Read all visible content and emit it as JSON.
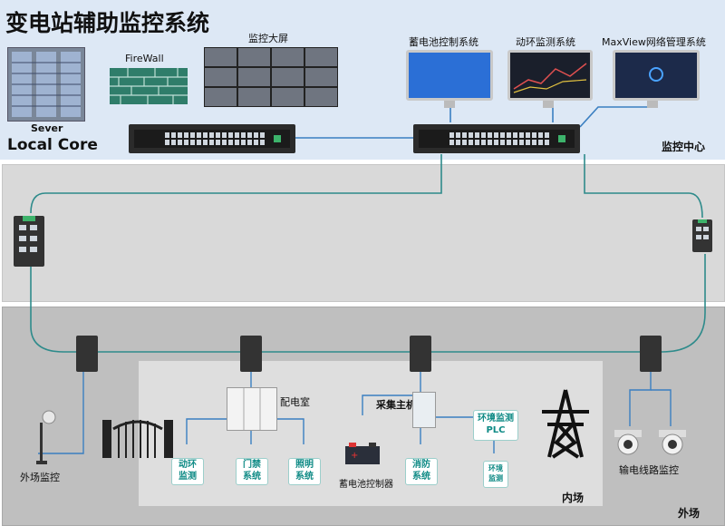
{
  "title": "变电站辅助监控系统",
  "top": {
    "server_label": "Sever",
    "firewall_label": "FireWall",
    "videowall_label": "监控大屏",
    "local_core_label": "Local Core",
    "battery_system_label": "蓄电池控制系统",
    "env_system_label": "动环监测系统",
    "maxview_label": "MaxView网络管理系统",
    "center_label": "监控中心"
  },
  "field": {
    "outdoor_monitor_label": "外场监控",
    "power_room_label": "配电室",
    "collector_label": "采集主机",
    "battery_controller_label": "蓄电池控制器",
    "plc_label": "环境监测\nPLC",
    "env_small_label": "环境\n监测",
    "line_monitor_label": "输电线路监控",
    "boxes": [
      {
        "id": "env",
        "label": "动环\n监测"
      },
      {
        "id": "door",
        "label": "门禁\n系统"
      },
      {
        "id": "light",
        "label": "照明\n系统"
      },
      {
        "id": "fire",
        "label": "消防\n系统"
      }
    ],
    "inner_zone_label": "内场",
    "outer_zone_label": "外场"
  },
  "colors": {
    "link": "#2e8b8b",
    "link_top": "#3a7fc1",
    "box_text": "#0e8a85"
  }
}
